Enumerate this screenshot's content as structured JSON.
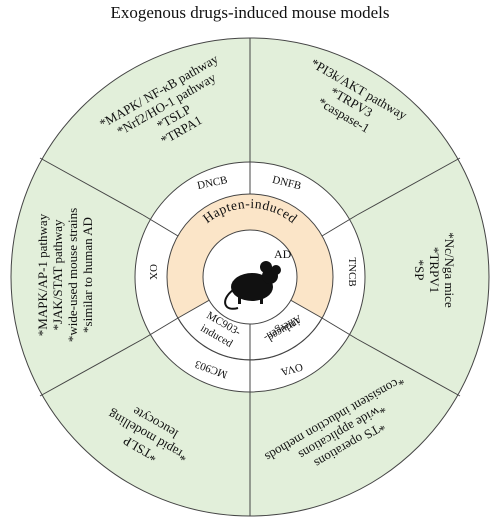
{
  "title": "Exogenous drugs-induced mouse models",
  "center": {
    "label": "AD",
    "icon": "mouse-icon",
    "hapten_label": "Hapten-induced",
    "mc903_label_line1": "MC903-",
    "mc903_label_line2": "induced",
    "allergen_label_line1": "Allergen-",
    "allergen_label_line2": "induced"
  },
  "drugs": {
    "dncb": "DNCB",
    "dnfb": "DNFB",
    "tncb": "TNCB",
    "ova": "OVA",
    "mc903": "MC903",
    "ox": "OX"
  },
  "features": {
    "dncb": [
      "*MAPK/ NF-κB pathway",
      "*Nrf2/HO-1 pathway",
      "*TSLP",
      "*TRPA1"
    ],
    "dnfb": [
      "*PI3k/AKT pathway",
      "*TRPV3",
      "*caspase-1"
    ],
    "tncb": [
      "*Nc/Nga mice",
      "*TRPV1",
      "*SP"
    ],
    "ova": [
      "*TS operations",
      "*wide applications",
      "*consistent induction methods"
    ],
    "mc903": [
      "*TSLP",
      "*rapid modelling",
      "leucocyte"
    ],
    "ox": [
      "*MAPK/AP-1 pathway",
      "*JAK/STAT pathway",
      "*wide-used mouse strains",
      "*similar to human AD"
    ]
  },
  "colors": {
    "outer_ring": "#e2efda",
    "middle_ring": "#ffffff",
    "hapten_ring": "#fbe5c8",
    "lines": "#444444",
    "mouse": "#111111"
  }
}
